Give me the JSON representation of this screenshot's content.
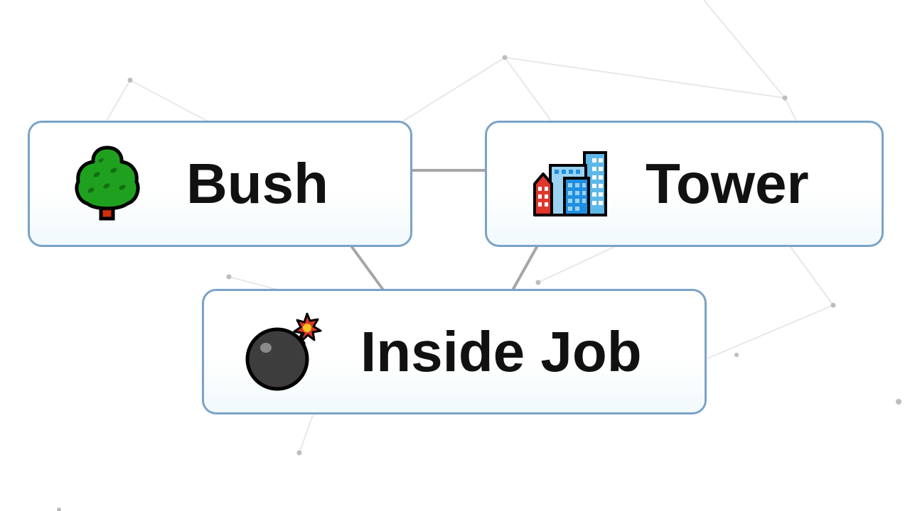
{
  "cards": [
    {
      "label": "Bush",
      "icon": "deciduous-tree-icon"
    },
    {
      "label": "Tower",
      "icon": "office-buildings-icon"
    },
    {
      "label": "Inside Job",
      "icon": "bomb-icon"
    }
  ],
  "colors": {
    "background": "#ffffff",
    "card_border": "#7aa3c8",
    "card_fill_bottom": "#f1f9fc",
    "text": "#111111",
    "link_line": "#a6a6a6",
    "background_network": "#e6e6e6"
  }
}
